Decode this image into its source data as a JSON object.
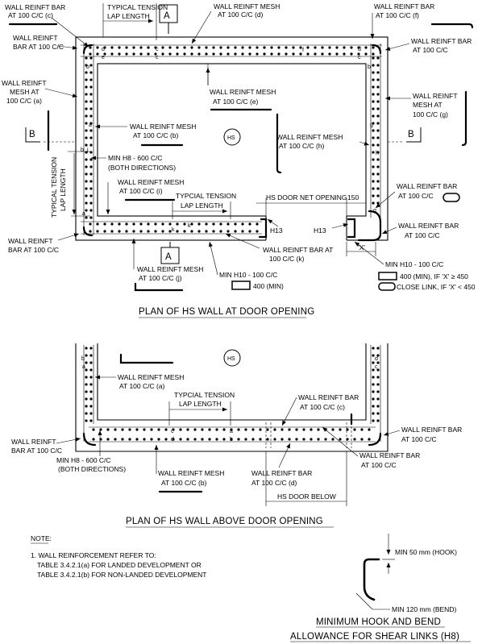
{
  "plan1": {
    "title": "PLAN OF HS WALL AT DOOR OPENING",
    "labels": {
      "bar_c_1": "WALL REINFT BAR",
      "bar_c_2": "AT 100 C/C (c)",
      "lap_top_1": "TYPICAL TENSION",
      "lap_top_2": "LAP LENGTH",
      "sec_a_top": "A",
      "mesh_d_1": "WALL REINFT MESH",
      "mesh_d_2": "AT 100 C/C (d)",
      "bar_f_1": "WALL REINFT BAR",
      "bar_f_2": "AT 100 C/C (f)",
      "bar_tl_1": "WALL REINFT",
      "bar_tl_2": "BAR AT 100 C/C",
      "bar_tr_1": "WALL REINFT BAR",
      "bar_tr_2": "AT 100 C/C",
      "mesh_a_1": "WALL REINFT",
      "mesh_a_2": "MESH AT",
      "mesh_a_3": "100 C/C (a)",
      "mesh_e_1": "WALL REINFT MESH",
      "mesh_e_2": "AT 100 C/C (e)",
      "mesh_g_1": "WALL REINFT",
      "mesh_g_2": "MESH AT",
      "mesh_g_3": "100 C/C (g)",
      "sec_b_left": "B",
      "sec_b_right": "B",
      "mesh_b_1": "WALL REINFT MESH",
      "mesh_b_2": "AT 100 C/C (b)",
      "hs": "HS",
      "mesh_h_1": "WALL REINFT MESH",
      "mesh_h_2": "AT 100 C/C (h)",
      "lap_left_1": "TYPICAL TENSION",
      "lap_left_2": "LAP LENGTH",
      "min_h8_1": "MIN H8 - 600 C/C",
      "min_h8_2": "(BOTH DIRECTIONS)",
      "mesh_i_1": "WALL REINFT MESH",
      "mesh_i_2": "AT 100 C/C (i)",
      "lap_bot_1": "TYPCIAL TENSION",
      "lap_bot_2": "LAP LENGTH",
      "door_net": "HS DOOR NET OPENING",
      "dim_150": "150",
      "bar_r_1": "WALL REINFT BAR",
      "bar_r_2": "AT 100 C/C",
      "h13_a": "H13",
      "h13_b": "H13",
      "bar_br_1": "WALL REINFT BAR",
      "bar_br_2": "AT 100 C/C",
      "sec_a_bot": "A",
      "bar_bl_1": "WALL REINFT",
      "bar_bl_2": "BAR AT 100 C/C",
      "bar_k_1": "WALL REINFT BAR AT",
      "bar_k_2": "100 C/C (k)",
      "x_dim": "'X'",
      "mesh_j_1": "WALL REINFT MESH",
      "mesh_j_2": "AT 100 C/C (j)",
      "min_h10_a": "MIN H10 - 100 C/C",
      "min_400": "400 (MIN)",
      "min_h10_b": "MIN H10 - 100 C/C",
      "x_ge": "400 (MIN), IF 'X' ≥ 450",
      "x_lt": "CLOSE LINK, IF 'X' < 450"
    }
  },
  "plan2": {
    "title": "PLAN OF HS WALL ABOVE DOOR OPENING",
    "labels": {
      "hs": "HS",
      "mesh_a_1": "WALL REINFT MESH",
      "mesh_a_2": "AT 100 C/C (a)",
      "lap_1": "TYPCIAL TENSION",
      "lap_2": "LAP LENGTH",
      "bar_c_1": "WALL REINFT BAR",
      "bar_c_2": "AT 100 C/C (c)",
      "bar_l_1": "WALL REINFT",
      "bar_l_2": "BAR AT 100 C/C",
      "bar_r_1": "WALL REINFT BAR",
      "bar_r_2": "AT 100 C/C",
      "bar_rr_1": "WALL REINFT BAR",
      "bar_rr_2": "AT 100 C/C",
      "min_h8_1": "MIN H8 - 600 C/C",
      "min_h8_2": "(BOTH DIRECTIONS)",
      "mesh_b_1": "WALL REINFT MESH",
      "mesh_b_2": "AT 100 C/C (b)",
      "bar_d_1": "WALL REINFT BAR",
      "bar_d_2": "AT 100 C/C (d)",
      "door_below": "HS DOOR BELOW"
    }
  },
  "notes": {
    "heading": "NOTE:",
    "line1": "1. WALL REINFORCEMENT REFER TO:",
    "line2": "TABLE 3.4.2.1(a) FOR LANDED DEVELOPMENT OR",
    "line3": "TABLE 3.4.2.1(b) FOR NON-LANDED DEVELOPMENT"
  },
  "hook": {
    "min50": "MIN 50 mm (HOOK)",
    "min120": "MIN 120 mm (BEND)",
    "title1": "MINIMUM HOOK AND BEND",
    "title2": "ALLOWANCE FOR SHEAR LINKS (H8)"
  }
}
